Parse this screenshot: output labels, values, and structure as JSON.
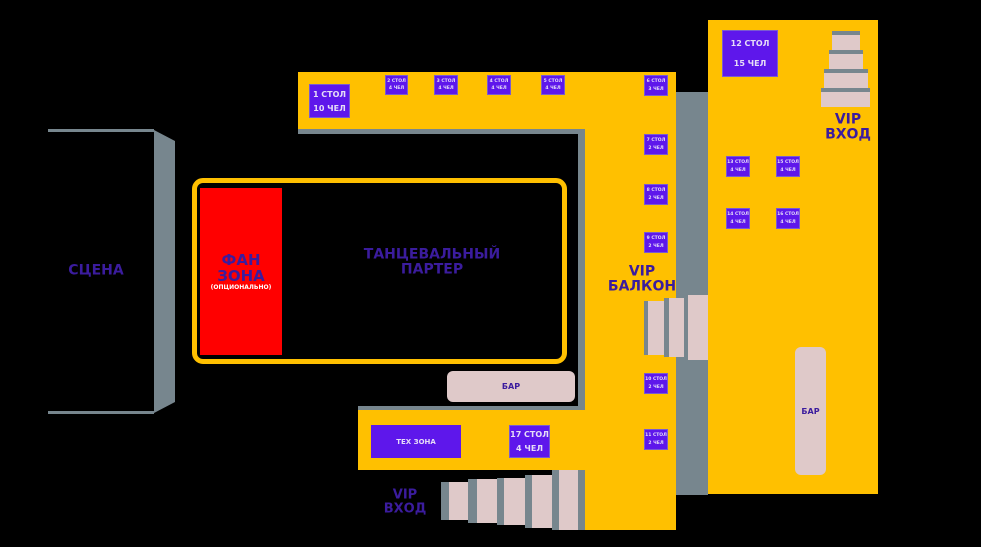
{
  "colors": {
    "zone": "#FFC000",
    "wall": "#77868E",
    "table": "#5E17EB",
    "label": "#3B1C9E",
    "fan_zone": "#FF0000",
    "bar": "#DFC9C9"
  },
  "zones": {
    "stage": "СЦЕНА",
    "dance_floor": [
      "ТАНЦЕВАЛЬНЫЙ",
      "ПАРТЕР"
    ],
    "fan_zone": [
      "ФАН",
      "ЗОНА",
      "(ОПЦИОНАЛЬНО)"
    ],
    "vip_balcony": [
      "VIP",
      "БАЛКОН"
    ],
    "vip_entrance_right": [
      "VIP",
      "ВХОД"
    ],
    "vip_entrance_bottom": [
      "VIP",
      "ВХОД"
    ],
    "bar_main": "БАР",
    "bar_vip": "БАР",
    "tech_zone": "ТЕХ ЗОНА"
  },
  "tables": [
    {
      "label": "1 СТОЛ",
      "seats": "10 ЧЕЛ"
    },
    {
      "label": "2 СТОЛ",
      "seats": "4 ЧЕЛ"
    },
    {
      "label": "3 СТОЛ",
      "seats": "4 ЧЕЛ"
    },
    {
      "label": "4 СТОЛ",
      "seats": "4 ЧЕЛ"
    },
    {
      "label": "5 СТОЛ",
      "seats": "4 ЧЕЛ"
    },
    {
      "label": "6 СТОЛ",
      "seats": "3 ЧЕЛ"
    },
    {
      "label": "7 СТОЛ",
      "seats": "2 ЧЕЛ"
    },
    {
      "label": "8 СТОЛ",
      "seats": "2 ЧЕЛ"
    },
    {
      "label": "9 СТОЛ",
      "seats": "2 ЧЕЛ"
    },
    {
      "label": "10 СТОЛ",
      "seats": "2 ЧЕЛ"
    },
    {
      "label": "11 СТОЛ",
      "seats": "2 ЧЕЛ"
    },
    {
      "label": "12 СТОЛ",
      "seats": "15 ЧЕЛ"
    },
    {
      "label": "13 СТОЛ",
      "seats": "4 ЧЕЛ"
    },
    {
      "label": "14 СТОЛ",
      "seats": "4 ЧЕЛ"
    },
    {
      "label": "15 СТОЛ",
      "seats": "4 ЧЕЛ"
    },
    {
      "label": "16 СТОЛ",
      "seats": "4 ЧЕЛ"
    },
    {
      "label": "17 СТОЛ",
      "seats": "4 ЧЕЛ"
    }
  ]
}
